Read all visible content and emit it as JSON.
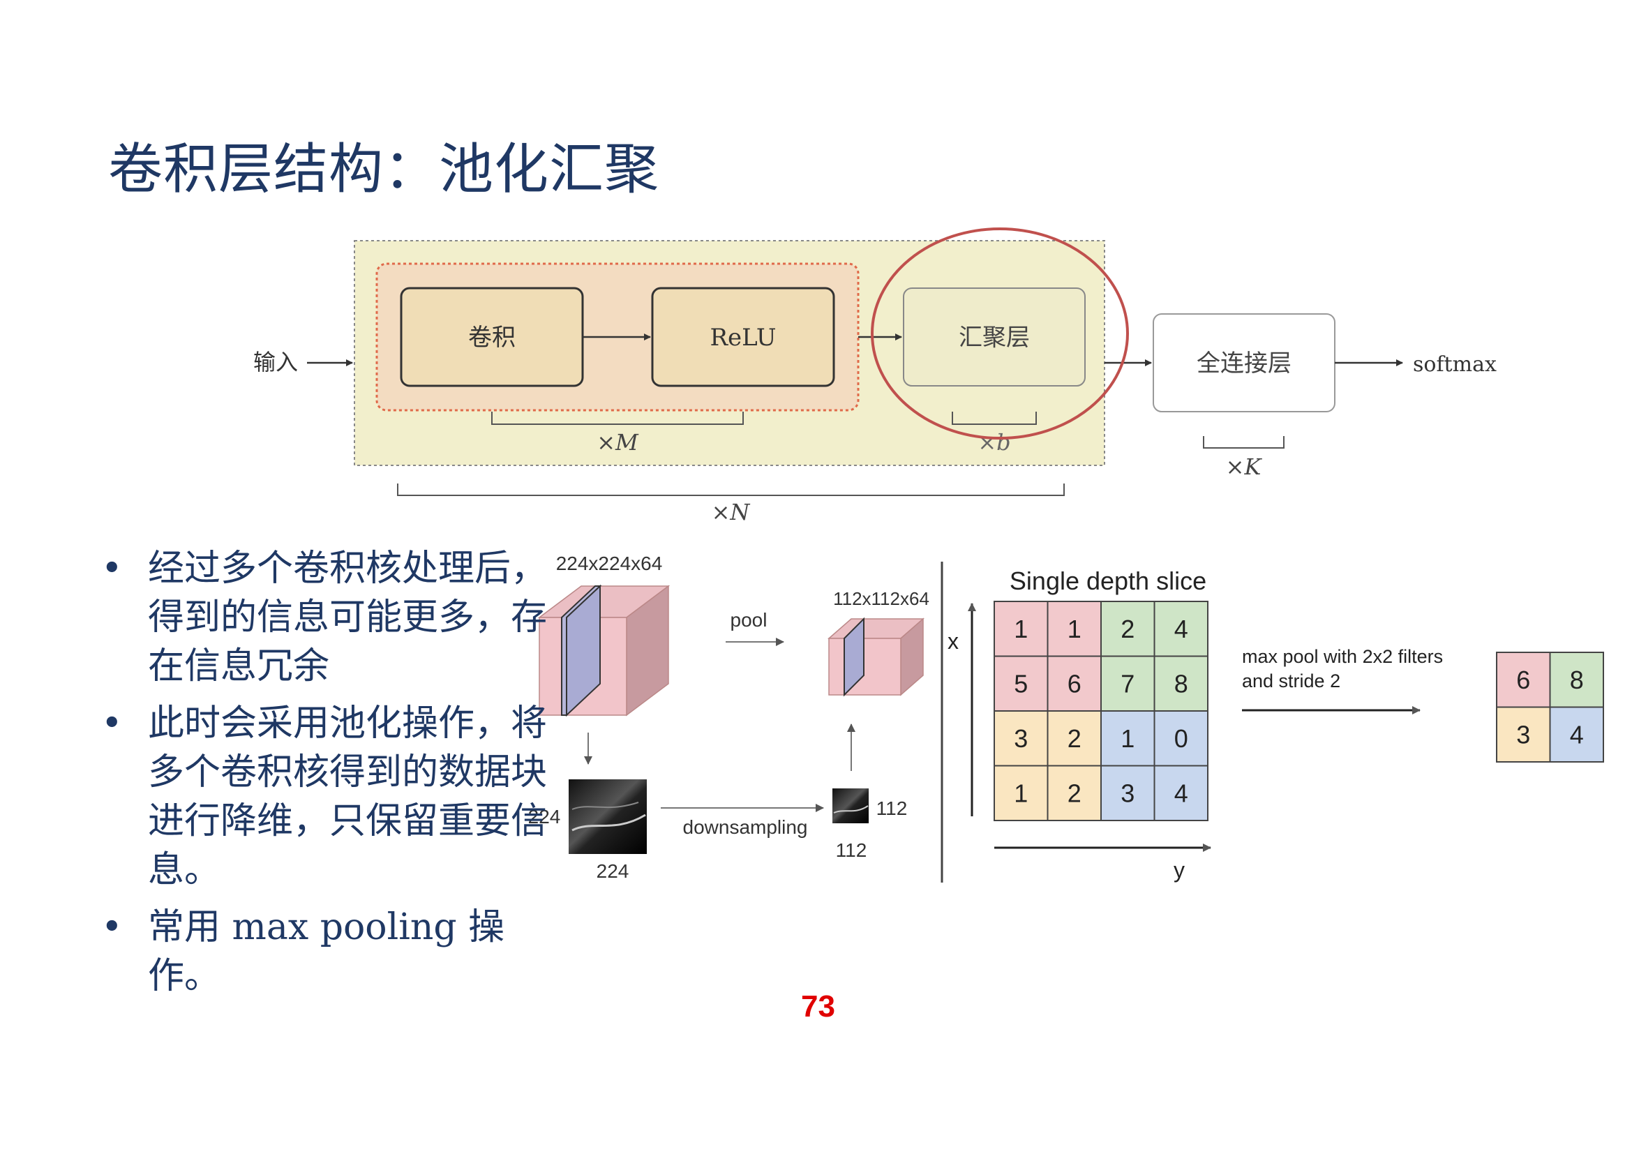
{
  "slide": {
    "title": "卷积层结构：池化汇聚",
    "page_number": "73",
    "bullets": [
      "经过多个卷积核处理后，得到的信息可能更多，存在信息冗余",
      "此时会采用池化操作，将多个卷积核得到的数据块进行降维，只保留重要信息。",
      "常用 max pooling 操作。"
    ]
  },
  "architecture": {
    "input_label": "输入",
    "conv_label": "卷积",
    "relu_label": "ReLU",
    "pool_label": "汇聚层",
    "fc_label": "全连接层",
    "output_label": "softmax",
    "repeat_m": "×M",
    "repeat_b": "×b",
    "repeat_n": "×N",
    "repeat_k": "×K"
  },
  "pooling_illustration": {
    "input_dims": "224x224x64",
    "output_dims": "112x112x64",
    "pool_label": "pool",
    "downsampling_label": "downsampling",
    "input_width": "224",
    "input_height": "224",
    "output_width": "112",
    "output_height": "112"
  },
  "maxpool_example": {
    "slice_title": "Single depth slice",
    "x_axis": "x",
    "y_axis": "y",
    "caption_line1": "max pool with 2x2 filters",
    "caption_line2": "and stride 2",
    "input_grid": [
      [
        1,
        1,
        2,
        4
      ],
      [
        5,
        6,
        7,
        8
      ],
      [
        3,
        2,
        1,
        0
      ],
      [
        1,
        2,
        3,
        4
      ]
    ],
    "output_grid": [
      [
        6,
        8
      ],
      [
        3,
        4
      ]
    ],
    "quadrant_colors": [
      "#f2c9cc",
      "#cfe5c7",
      "#fae6c1",
      "#c8d7ee"
    ]
  }
}
